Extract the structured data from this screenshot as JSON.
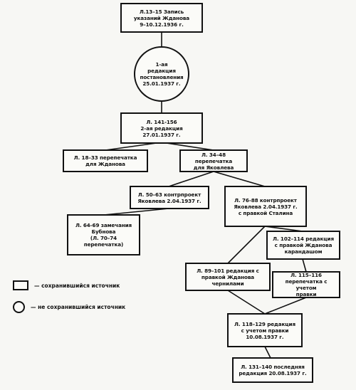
{
  "nodes": {
    "n1": "Л.13–15 Запись\nуказаний Жданова\n9–10.12.1936 г.",
    "n2": "1-ая\nредакция\nпостановления\n25.01.1937 г.",
    "n3": "Л. 141-156\n2-ая редакция\n27.01.1937 г.",
    "n4": "Л. 18–33 перепечатка\nдля Жданова",
    "n5": "Л. 34–48 перепечатка\nдля Яковлева",
    "n6": "Л. 50–63 контрпроект\nЯковлева 2.04.1937 г.",
    "n7": "Л. 76-88 контрпроект\nЯковлева 2.04.1937 г.\nс правкой Сталина",
    "n8": "Л. 64-69 замечания\nБубнова\n(Л. 70–74\nперепечатка)",
    "n9": "Л. 102–114 редакция\nс правкой Жданова\nкарандашом",
    "n10": "Л. 89–101 редакция с\nправкой Жданова\nчернилами",
    "n11": "Л. 115–116\nперепечатка с учетом\nправки",
    "n12": "Л. 118–129 редакция\nс учетом правки\n10.08.1937 г.",
    "n13": "Л. 131–140 последняя\nредакция 20.08.1937 г."
  },
  "legend": {
    "preserved": "— сохранившийся источник",
    "not_preserved": "— не сохранившийся источник"
  }
}
